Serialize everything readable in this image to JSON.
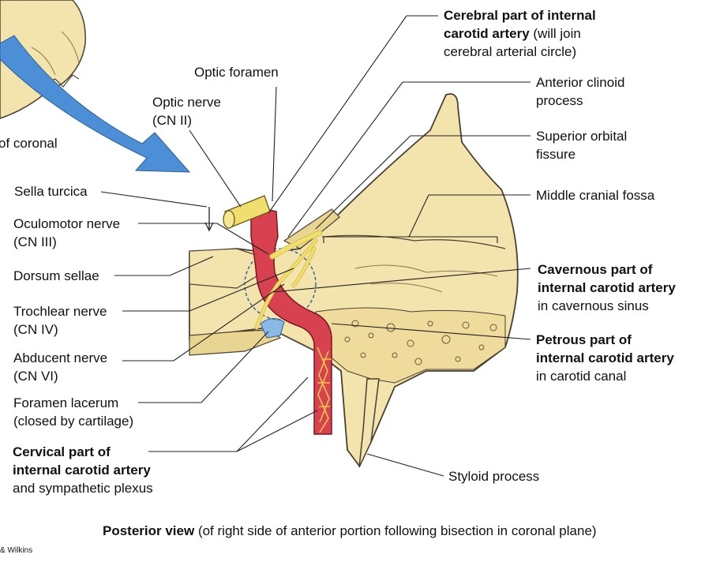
{
  "labels": {
    "cerebral_l1": "Cerebral part of internal",
    "cerebral_l2": "carotid artery",
    "cerebral_l2b": " (will join",
    "cerebral_l3": "cerebral arterial circle)",
    "anterior_clinoid_l1": "Anterior clinoid",
    "anterior_clinoid_l2": "process",
    "optic_foramen": "Optic foramen",
    "optic_nerve_l1": "Optic nerve",
    "optic_nerve_l2": "(CN II)",
    "coronal_fragment": "of coronal",
    "superior_orbital_l1": "Superior orbital",
    "superior_orbital_l2": "fissure",
    "sella_turcica": "Sella turcica",
    "middle_cranial_fossa": "Middle cranial fossa",
    "oculomotor_l1": "Oculomotor nerve",
    "oculomotor_l2": "(CN III)",
    "dorsum_sellae": "Dorsum sellae",
    "cavernous_l1": "Cavernous part of",
    "cavernous_l2": "internal carotid artery",
    "cavernous_l3": "in cavernous sinus",
    "trochlear_l1": "Trochlear nerve",
    "trochlear_l2": "(CN IV)",
    "petrous_l1": "Petrous part of",
    "petrous_l2": "internal carotid artery",
    "petrous_l3": "in carotid canal",
    "abducent_l1": "Abducent nerve",
    "abducent_l2": "(CN VI)",
    "lacerum_l1": "Foramen lacerum",
    "lacerum_l2": "(closed by cartilage)",
    "cervical_l1": "Cervical part of",
    "cervical_l2": "internal carotid artery",
    "cervical_l3": "and sympathetic plexus",
    "styloid": "Styloid process"
  },
  "caption": {
    "bold": "Posterior view",
    "rest": " (of right side of anterior portion following bisection in coronal plane)"
  },
  "credit": "& Wilkins",
  "colors": {
    "bone": "#f3e3ac",
    "bone_outline": "#4a4030",
    "artery": "#d8414f",
    "nerve": "#f0df6e",
    "arrow": "#4d8fd6",
    "leader": "#222222"
  }
}
